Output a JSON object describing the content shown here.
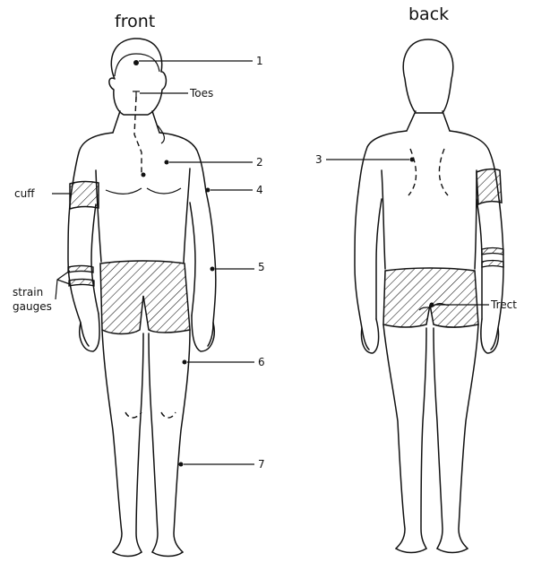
{
  "views": {
    "front": "front",
    "back": "back"
  },
  "markers": {
    "m1": "1",
    "m2": "2",
    "m3": "3",
    "m4": "4",
    "m5": "5",
    "m6": "6",
    "m7": "7",
    "toes": "Toes",
    "trect": "Trect"
  },
  "side_labels": {
    "cuff": "cuff",
    "strain_line1": "strain",
    "strain_line2": "gauges"
  },
  "colors": {
    "ink": "#111111",
    "paper": "#ffffff"
  }
}
